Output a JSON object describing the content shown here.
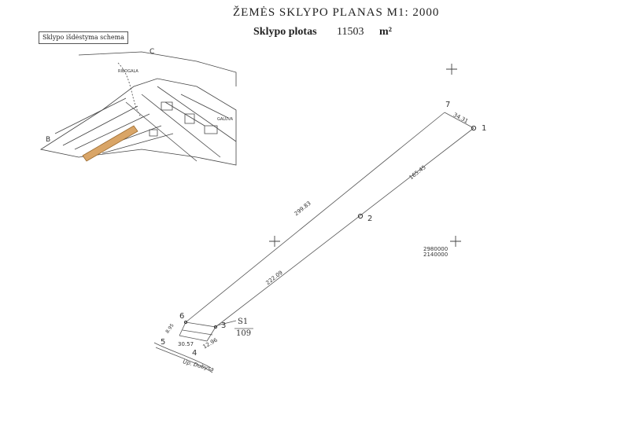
{
  "title": "ŽEMĖS SKLYPO PLANAS M1: 2000",
  "area": {
    "label": "Sklypo plotas",
    "value": "11503",
    "unit": "m²"
  },
  "scheme_label": "Sklypo išdėstyma schema",
  "scheme": {
    "labels": [
      "C",
      "B",
      "GALUVA",
      "RIBOGALA"
    ]
  },
  "points": [
    "1",
    "2",
    "3",
    "4",
    "5",
    "6",
    "7"
  ],
  "dimensions": [
    "34.31",
    "165.45",
    "299.83",
    "222.09",
    "30.57",
    "12.96",
    "8.95",
    "S1",
    "109"
  ],
  "coords": {
    "x": "2980000",
    "y": "2140000"
  },
  "street": "Up. Dubysa"
}
